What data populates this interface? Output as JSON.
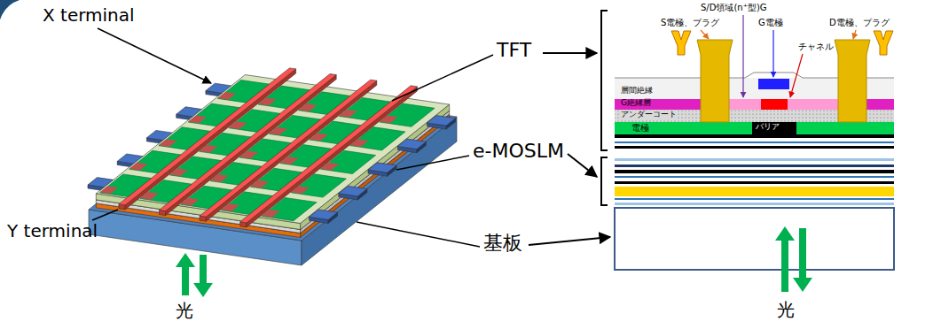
{
  "diagram": {
    "labels": [
      "X terminal",
      "TFT",
      "e-MOSLM",
      "Y terminal",
      "基板",
      "光",
      "光",
      "S/D領域(n⁺型)G",
      "S電極、プラグ",
      "G電極",
      "D電極、プラグ",
      "チャネル",
      "層間絶縁",
      "G絶縁層",
      "アンダーコート",
      "電極",
      "バリア"
    ]
  }
}
